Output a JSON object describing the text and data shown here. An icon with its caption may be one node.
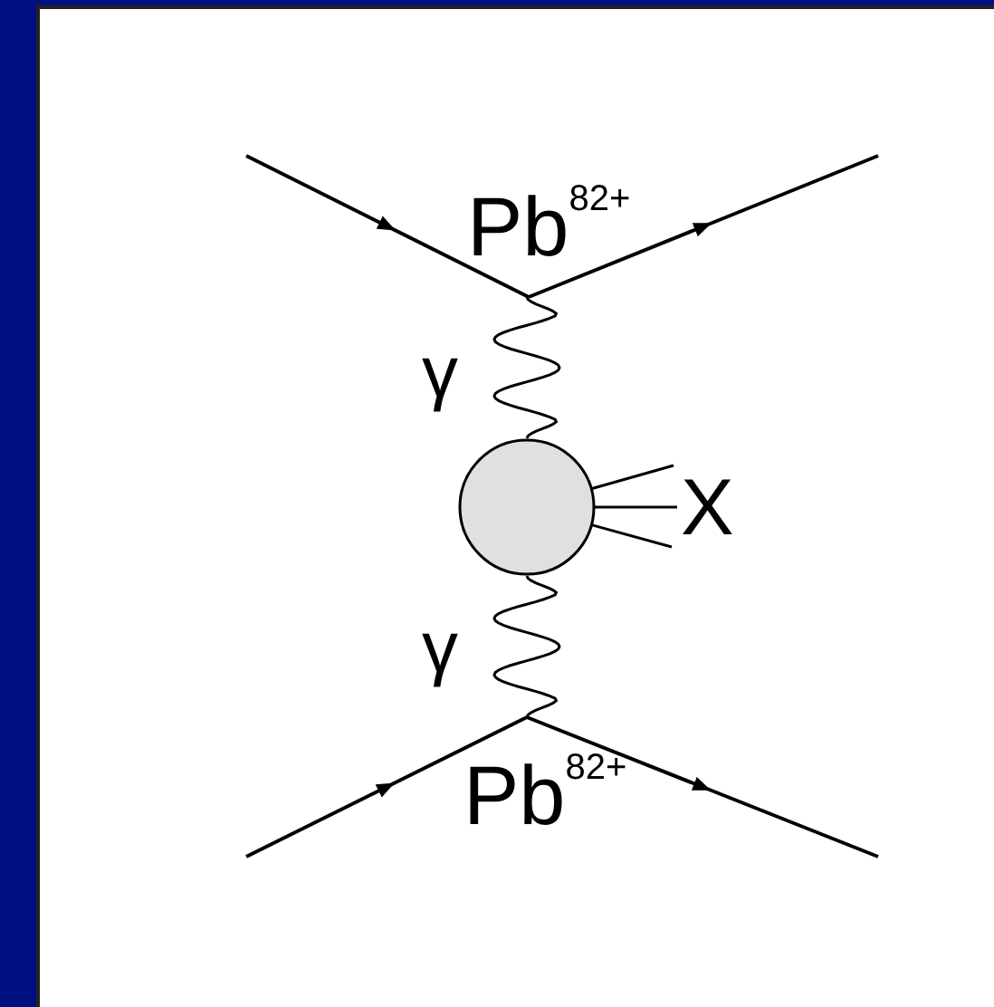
{
  "diagram": {
    "nodes": [
      {
        "text": [],
        "shape": "circle"
      },
      {
        "text": [
          "X"
        ]
      }
    ],
    "edges": [
      {
        "from": null,
        "to": 0,
        "arrow": "none",
        "label": "γ"
      },
      {
        "from": 0,
        "to": null,
        "arrow": "none",
        "label": "γ"
      },
      {
        "from": 0,
        "to": 1,
        "arrow": "none"
      },
      {
        "from": 0,
        "to": 1,
        "arrow": "none"
      },
      {
        "from": 0,
        "to": 1,
        "arrow": "none"
      }
    ],
    "labels": [
      "Pb$^{82+}$",
      "Pb$^{82+}$"
    ]
  }
}
